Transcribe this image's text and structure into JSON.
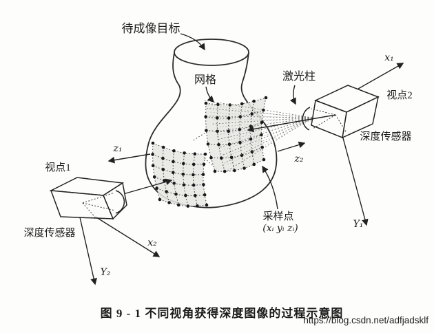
{
  "figure": {
    "labels": {
      "target": "待成像目标",
      "mesh": "网格",
      "laser": "激光柱",
      "viewpoint1": "视点1",
      "viewpoint2": "视点2",
      "depth_sensor_left": "深度传感器",
      "depth_sensor_right": "深度传感器",
      "sample_point": "采样点",
      "sample_point_coords": "(xᵢ yᵢ zᵢ)"
    },
    "axes": {
      "x1": "x₁",
      "y1": "Y₁",
      "z1": "z₁",
      "x2": "x₂",
      "y2": "Y₂",
      "z2": "z₂"
    },
    "caption": "图 9 - 1  不同视角获得深度图像的过程示意图",
    "watermark": "https://blog.csdn.net/adfjadsklf",
    "colors": {
      "ink": "#222222",
      "mesh_fill": "#e6e6e3",
      "watermark_gray": "#c6c6c6",
      "background": "#fdfdfc"
    }
  }
}
